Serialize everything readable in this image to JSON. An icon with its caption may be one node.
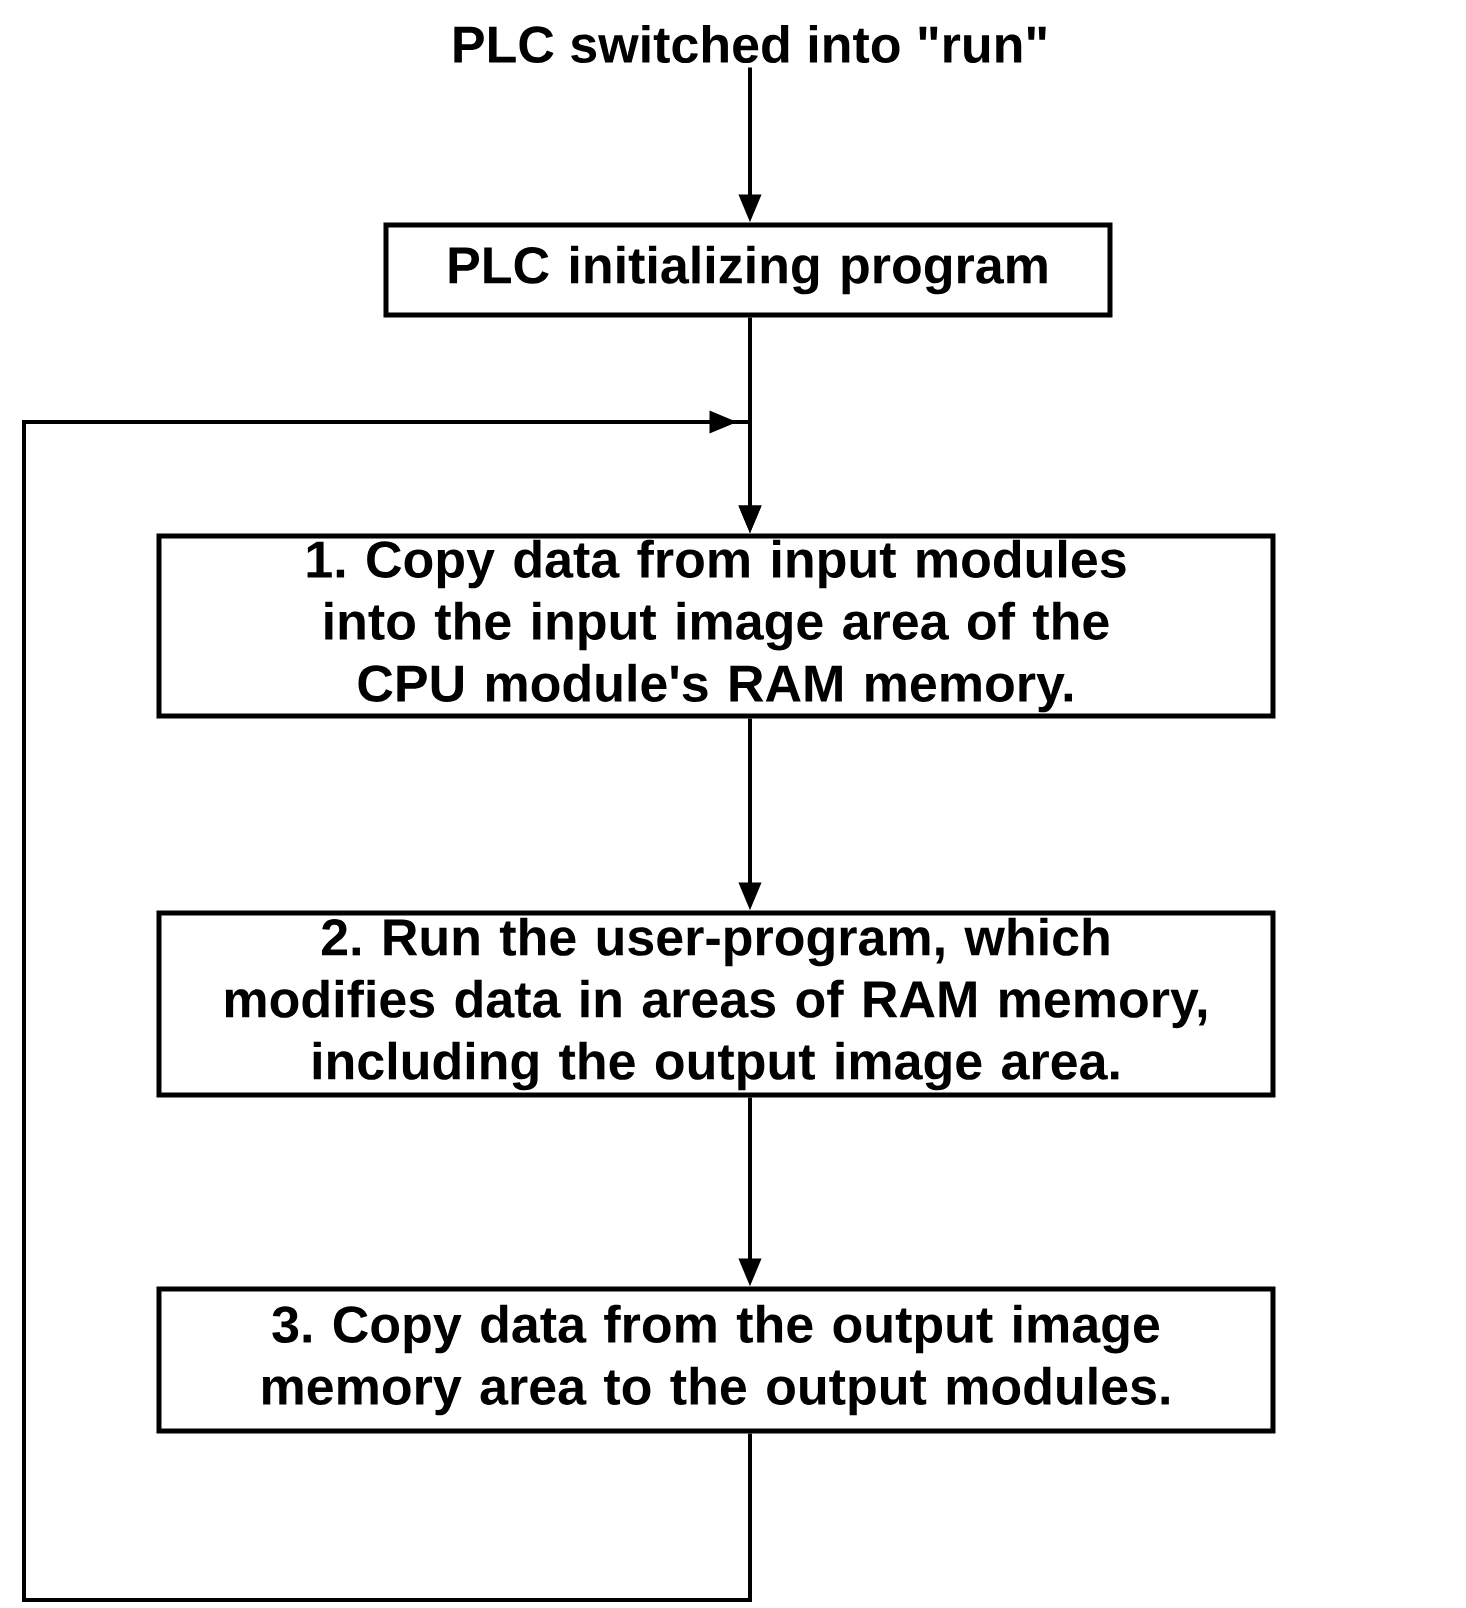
{
  "diagram": {
    "nodes": [
      {
        "text": [
          "PLC switched into \"run\""
        ]
      },
      {
        "text": [
          "PLC initializing program"
        ]
      },
      {
        "text": [
          "1. Copy data from input modules into the input image area of the CPU module's RAM memory."
        ]
      },
      {
        "text": [
          "2. Run the user-program, which modifies data in areas of RAM memory, including the output image area."
        ]
      },
      {
        "text": [
          "3. Copy data from the output image memory area to the output modules."
        ]
      }
    ],
    "edges": [
      {
        "from": 0,
        "to": 1,
        "arrow": "to"
      },
      {
        "from": 1,
        "to": 2,
        "arrow": "to"
      },
      {
        "from": 2,
        "to": 3,
        "arrow": "to"
      },
      {
        "from": 3,
        "to": 4,
        "arrow": "to"
      },
      {
        "from": 4,
        "to": 2,
        "arrow": "to"
      }
    ]
  }
}
